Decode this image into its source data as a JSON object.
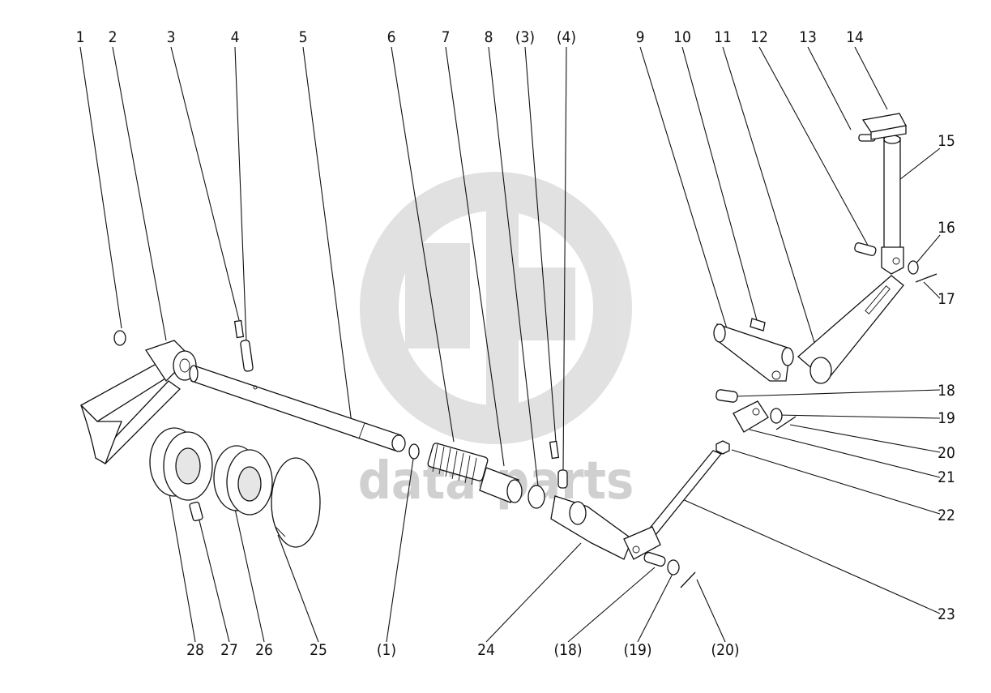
{
  "watermark": {
    "text": "data-parts",
    "color": "#cfcfcf"
  },
  "callouts_top": [
    "1",
    "2",
    "3",
    "4",
    "5",
    "6",
    "7",
    "8",
    "(3)",
    "(4)",
    "9",
    "10",
    "11",
    "12",
    "13",
    "14"
  ],
  "callouts_right": [
    "15",
    "16",
    "17",
    "18",
    "19",
    "20",
    "21",
    "22",
    "23"
  ],
  "callouts_bottom": [
    "28",
    "27",
    "26",
    "25",
    "(1)",
    "24",
    "(18)",
    "(19)",
    "(20)"
  ]
}
